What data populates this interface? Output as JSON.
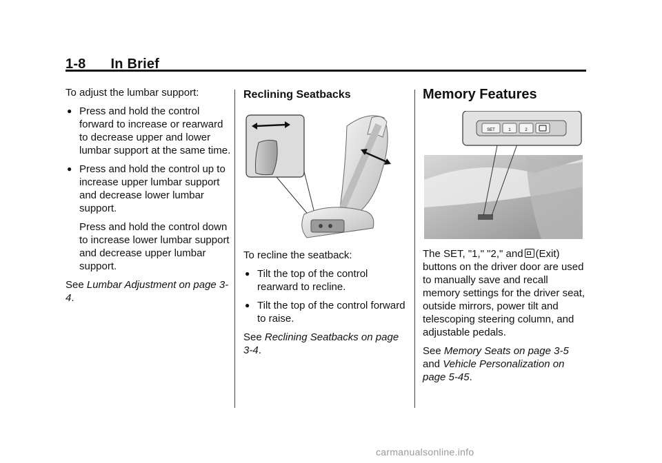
{
  "header": {
    "page_number": "1-8",
    "title": "In Brief"
  },
  "col1": {
    "intro": "To adjust the lumbar support:",
    "bullets": [
      "Press and hold the control forward to increase or rearward to decrease upper and lower lumbar support at the same time.",
      "Press and hold the control up to increase upper lumbar support and decrease lower lumbar support."
    ],
    "indent_para": "Press and hold the control down to increase lower lumbar support and decrease upper lumbar support.",
    "see_prefix": "See ",
    "see_ref": "Lumbar Adjustment on page 3-4",
    "see_suffix": "."
  },
  "col2": {
    "heading": "Reclining Seatbacks",
    "intro": "To recline the seatback:",
    "bullets": [
      "Tilt the top of the control rearward to recline.",
      "Tilt the top of the control forward to raise."
    ],
    "see_prefix": "See ",
    "see_ref": "Reclining Seatbacks on page 3-4",
    "see_suffix": "."
  },
  "col3": {
    "heading": "Memory Features",
    "button_labels": [
      "SET",
      "1",
      "2"
    ],
    "para_start": "The SET, \"1,\" \"2,\" and",
    "para_exit": "(Exit)",
    "para_rest": "buttons on the driver door are used to manually save and recall memory settings for the driver seat, outside mirrors, power tilt and telescoping steering column, and adjustable pedals.",
    "see_prefix": "See ",
    "see_ref1": "Memory Seats on page 3-5",
    "see_and": " and ",
    "see_ref2": "Vehicle Personalization on page 5-45",
    "see_suffix": "."
  },
  "icons": {
    "bullet": "bullet-icon",
    "exit": "exit-memory-icon"
  },
  "footer": {
    "watermark": "carmanualsonline.info"
  }
}
